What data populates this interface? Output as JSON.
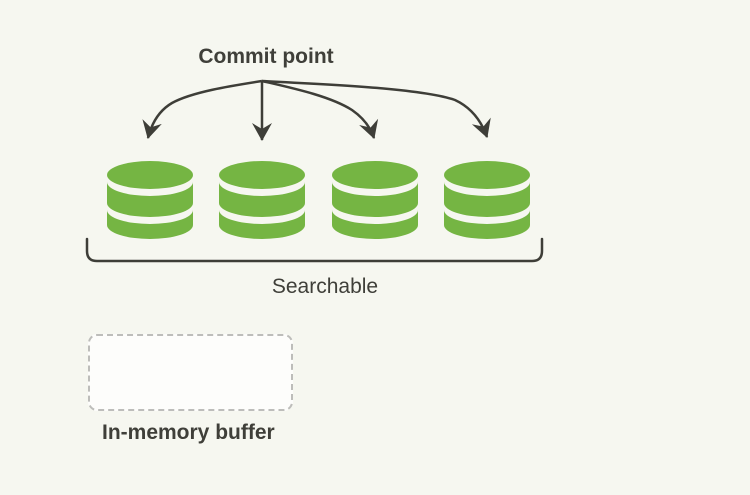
{
  "labels": {
    "commit_point": "Commit point",
    "searchable": "Searchable",
    "in_memory_buffer": "In-memory buffer"
  },
  "diagram": {
    "segment_count": 4,
    "arrow_count": 4,
    "segment_icon": "database-cylinder-icon",
    "buffer_box_contents": ""
  },
  "colors": {
    "background": "#f6f7f0",
    "segment_green": "#75b543",
    "line": "#3e3e38",
    "text": "#3f3f39",
    "buffer_fill": "#fdfdfb",
    "buffer_border": "#bdbdba"
  }
}
